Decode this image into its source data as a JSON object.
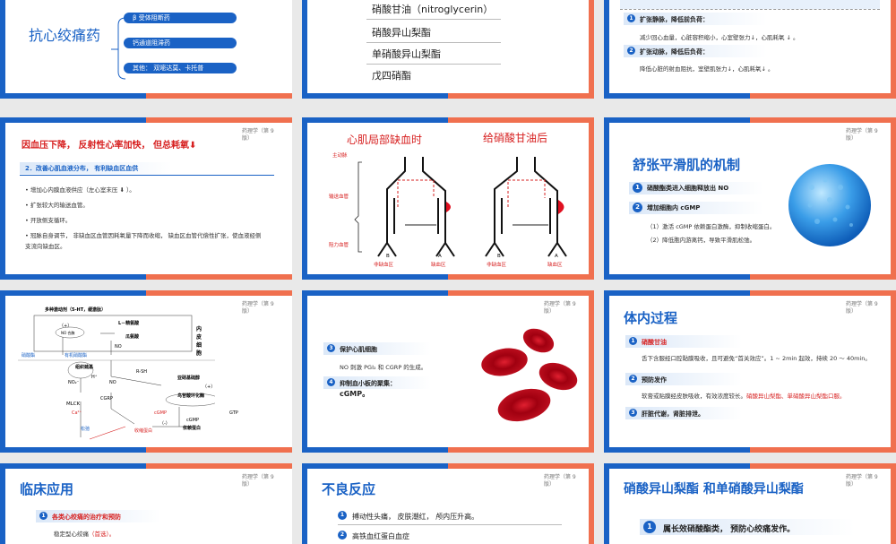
{
  "common": {
    "course_tag": "药理学（第 9 版）"
  },
  "s1": {
    "title": "抗心绞痛药",
    "items": [
      "β 受体阻断药",
      "钙通道阻滞药",
      "其他：  双嘧达莫、卡托普"
    ]
  },
  "s2": {
    "items": [
      "硝酸甘油（nitroglycerin）",
      "硝酸异山梨酯",
      "单硝酸异山梨酯",
      "戊四硝酯"
    ]
  },
  "s3": {
    "item1_title": "扩张静脉，降低前负荷：",
    "item1_text": "减少回心血量，心脏容积缩小，心室壁张力↓，心肌耗氧 ↓ 。",
    "item2_title": "扩张动脉，降低后负荷：",
    "item2_text": "降低心脏的射血阻抗，室壁肌张力↓，心肌耗氧↓ 。",
    "num1": "1",
    "num2": "2"
  },
  "s4": {
    "headline": "因血压下降， 反射性心率加快， 但总耗氧",
    "down_arrow": "⬇",
    "section": "2．改善心肌血液分布， 有利缺血区血供",
    "bullets": [
      "增加心内膜血液供应（左心室末压 ⬇ ）。",
      "扩张较大的输送血管。",
      "开放侧支循环。",
      "冠脉自身调节，  非缺血区血管因耗氧量下降而收缩，  缺血区血管代偿性扩张，使血液经侧支流向缺血区。"
    ]
  },
  "s5": {
    "title_left": "心肌局部缺血时",
    "title_right": "给硝酸甘油后",
    "label_main": "主动脉",
    "label_transport": "输送血管",
    "label_resist": "阻力血管",
    "label_b": "B",
    "label_a": "A",
    "label_nonischemic": "非缺血区",
    "label_ischemic": "缺血区"
  },
  "s6": {
    "title": "舒张平滑肌的机制",
    "num1": "1",
    "num2": "2",
    "item1": "硝酸酯类进入细胞释放出 NO",
    "item2": "增加细胞内 cGMP",
    "sub1": "（1）激活 cGMP 依赖蛋白激酶，抑制收缩蛋白。",
    "sub2": "（2）降低胞内游离钙，导致平滑肌松弛。"
  },
  "s7": {
    "l_vaso": "多种激动剂（5-HT，缓激肽）",
    "l_plus": "（+）",
    "l_nos": "NO 合酶",
    "l_larg": "L－精氨酸",
    "l_cit": "瓜氨酸",
    "l_endo": "内皮细胞",
    "l_no1": "NO",
    "l_nitrate": "硝酸酯",
    "l_org": "有机硝酸酯",
    "l_tissue": "组织巯基",
    "l_rsh": "R-SH",
    "l_no2": "NO₂⁻",
    "l_h": "H⁺",
    "l_no3": "NO",
    "l_snitro": "亚硝基硫醇",
    "l_plus2": "（+）",
    "l_gc": "鸟苷酸环化酶",
    "l_cgrp": "CGRP",
    "l_mlck": "MLCK",
    "l_ca": "Ca²⁺",
    "l_cgmp": "cGMP",
    "l_gtp": "GTP",
    "l_minus": "（-）",
    "l_cgmp2": "cGMP",
    "l_depprot": "依赖蛋白",
    "l_relax": "松弛",
    "l_contract": "收缩蛋白"
  },
  "s8": {
    "num3": "3",
    "num4": "4",
    "item3": "保护心肌细胞",
    "item3_text": "NO 刺激 PGI₂ 和 CGRP 的生成。",
    "item4": "抑制血小板的聚集：",
    "item4_text": "cGMP。"
  },
  "s9": {
    "title": "体内过程",
    "num1": "1",
    "num2": "2",
    "num3": "3",
    "item1": "硝酸甘油",
    "item1_text": "舌下含服经口腔黏膜吸收，且可避免“首关效应”。1 ~ 2min 起效，持续 20 ～ 40min。",
    "item2": "预防发作",
    "item2_text_a": "软膏或贴膜经皮肤吸收，有效浓度较长。",
    "item2_text_b": "硝酸异山梨酯、单硝酸异山梨酯口服。",
    "item3": "肝脏代谢，肾脏排泄。"
  },
  "s10": {
    "title": "临床应用",
    "num1": "1",
    "item1": "各类心绞痛的治疗和预防",
    "item1_text_a": "稳定型心绞痛",
    "item1_text_b": "（首选）。"
  },
  "s11": {
    "title": "不良反应",
    "num1": "1",
    "num2": "2",
    "item1": "搏动性头痛，  皮肤潮红，  颅内压升高。",
    "item2": "高铁血红蛋白血症"
  },
  "s12": {
    "title": "硝酸异山梨酯 和单硝酸异山梨酯",
    "num1": "1",
    "item1": "属长效硝酸酯类， 预防心绞痛发作。"
  },
  "colors": {
    "blue": "#1a62c5",
    "orange": "#f0704f",
    "red": "#d72020"
  }
}
